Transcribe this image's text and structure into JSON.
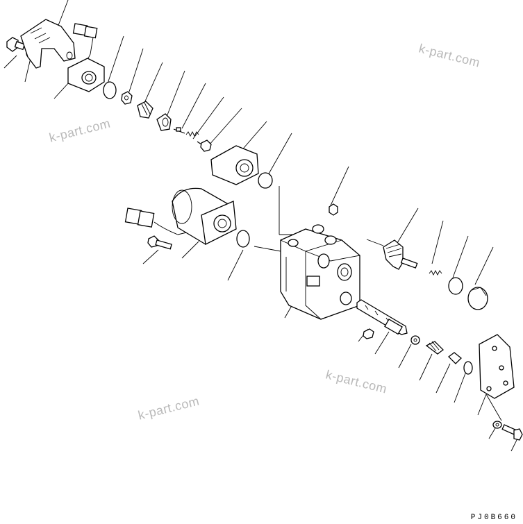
{
  "watermarks": [
    "k-part.com",
    "k-part.com",
    "k-part.com",
    "k-part.com"
  ],
  "drawing_code": "PJ0B660"
}
